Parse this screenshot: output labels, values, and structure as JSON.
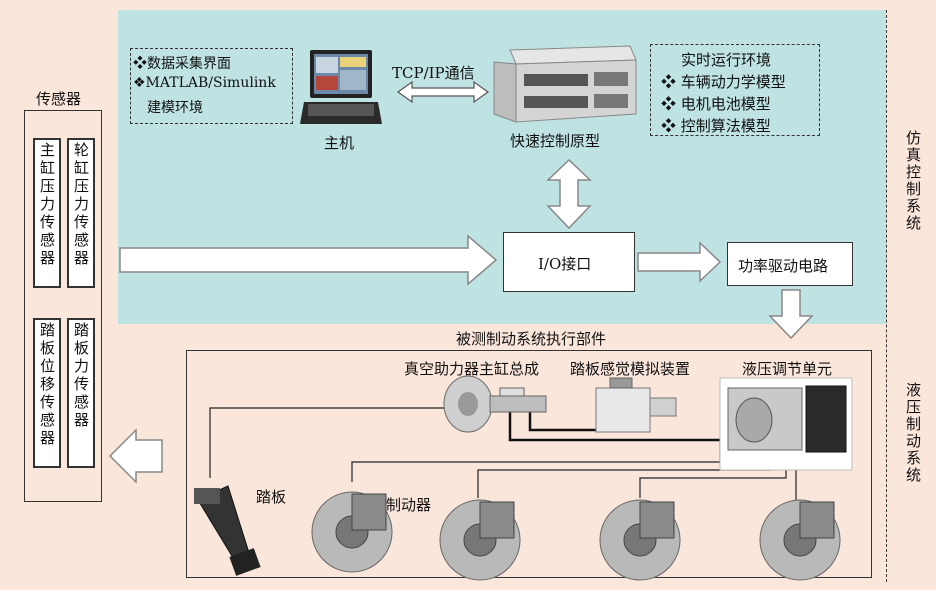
{
  "sim_section": {
    "label": "仿真控制系统",
    "bg": "#bfe3e3"
  },
  "hyd_section": {
    "label": "液压制动系统",
    "bg": "#fbe6dc"
  },
  "host_env": {
    "items": [
      "❖数据采集界面",
      "❖MATLAB/Simulink",
      "建模环境"
    ]
  },
  "host_label": "主机",
  "link_label": "TCP/IP通信",
  "rcp_label": "快速控制原型",
  "rt_env": {
    "items": [
      "实时运行环境",
      "❖ 车辆动力学模型",
      "❖ 电机电池模型",
      "❖ 控制算法模型"
    ]
  },
  "io_label": "I/O接口",
  "power_label": "功率驱动电路",
  "sensors": {
    "title": "传感器",
    "items": [
      "主缸压力传感器",
      "轮缸压力传感器",
      "踏板位移传感器",
      "踏板力传感器"
    ]
  },
  "exec": {
    "title": "被测制动系统执行部件",
    "booster": "真空助力器主缸总成",
    "pedal_sim": "踏板感觉模拟装置",
    "hcu": "液压调节单元",
    "pedal": "踏板",
    "brake": "制动器"
  }
}
